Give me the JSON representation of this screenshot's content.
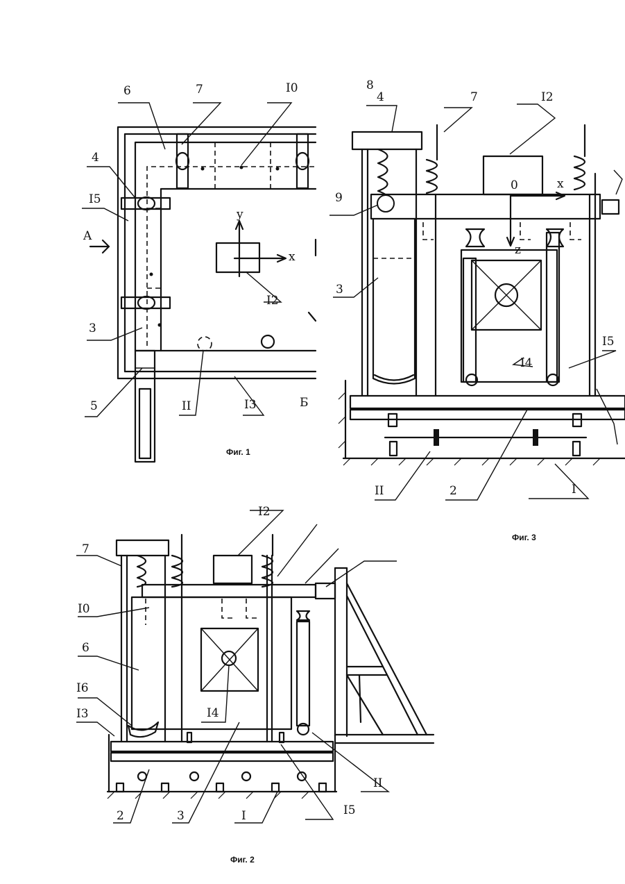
{
  "figures": [
    {
      "caption": "Фиг. 1",
      "labels": {
        "l6": "6",
        "l7": "7",
        "l10": "I0",
        "l4": "4",
        "l15": "I5",
        "lA": "A",
        "l3": "3",
        "l5": "5",
        "l12": "I2",
        "l11": "II",
        "l13": "I3",
        "lB": "Б",
        "ly": "y",
        "lx": "x"
      }
    },
    {
      "caption": "Фиг. 2",
      "labels": {
        "l12": "I2",
        "l7": "7",
        "l10": "I0",
        "l6": "6",
        "l16": "I6",
        "l13": "I3",
        "l14": "I4",
        "l11": "II",
        "l2": "2",
        "l3": "3",
        "l1": "I",
        "l15": "I5"
      }
    },
    {
      "caption": "Фиг. 3",
      "labels": {
        "l8": "8",
        "l4": "4",
        "l7": "7",
        "l12": "I2",
        "l0": "0",
        "lx": "x",
        "l9": "9",
        "lz": "z",
        "l3": "3",
        "l14": "I4",
        "l15": "I5",
        "l11": "II",
        "l2": "2",
        "l1": "I"
      }
    }
  ]
}
